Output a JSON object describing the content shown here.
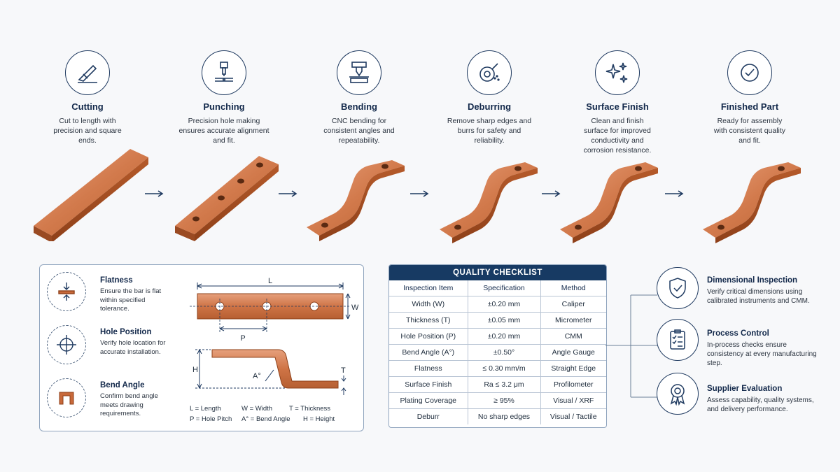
{
  "process": {
    "steps": [
      {
        "title": "Cutting",
        "desc": "Cut to length with precision and square ends.",
        "icon": "cutting-tool-icon"
      },
      {
        "title": "Punching",
        "desc": "Precision hole making ensures accurate alignment and fit.",
        "icon": "punch-press-icon"
      },
      {
        "title": "Bending",
        "desc": "CNC bending for consistent angles and repeatability.",
        "icon": "press-brake-icon"
      },
      {
        "title": "Deburring",
        "desc": "Remove sharp edges and burrs for safety and reliability.",
        "icon": "deburring-wheel-icon"
      },
      {
        "title": "Surface Finish",
        "desc": "Clean and finish surface for improved conductivity and corrosion resistance.",
        "icon": "sparkle-icon"
      },
      {
        "title": "Finished Part",
        "desc": "Ready for assembly with consistent quality and fit.",
        "icon": "check-circle-icon"
      }
    ],
    "colors": {
      "copper": "#c8693a",
      "navy": "#173a63"
    }
  },
  "criteria": [
    {
      "title": "Flatness",
      "desc": "Ensure the bar is flat within specified tolerance.",
      "icon": "flatness-icon"
    },
    {
      "title": "Hole Position",
      "desc": "Verify hole location for accurate installation.",
      "icon": "crosshair-icon"
    },
    {
      "title": "Bend Angle",
      "desc": "Confirm bend angle meets drawing requirements.",
      "icon": "bend-angle-icon"
    }
  ],
  "drawing": {
    "dim_L": "L",
    "dim_W": "W",
    "dim_P": "P",
    "dim_H": "H",
    "dim_T": "T",
    "dim_A": "A°",
    "legend_row1": [
      "L = Length",
      "W = Width",
      "T = Thickness"
    ],
    "legend_row2": [
      "P = Hole Pitch",
      "A° = Bend Angle",
      "H = Height"
    ]
  },
  "checklist": {
    "title": "QUALITY CHECKLIST",
    "columns": [
      "Inspection Item",
      "Specification",
      "Method"
    ],
    "rows": [
      [
        "Width (W)",
        "±0.20 mm",
        "Caliper"
      ],
      [
        "Thickness (T)",
        "±0.05 mm",
        "Micrometer"
      ],
      [
        "Hole Position (P)",
        "±0.20 mm",
        "CMM"
      ],
      [
        "Bend Angle (A°)",
        "±0.50°",
        "Angle Gauge"
      ],
      [
        "Flatness",
        "≤ 0.30 mm/m",
        "Straight Edge"
      ],
      [
        "Surface Finish",
        "Ra ≤ 3.2 μm",
        "Profilometer"
      ],
      [
        "Plating Coverage",
        "≥ 95%",
        "Visual / XRF"
      ],
      [
        "Deburr",
        "No sharp edges",
        "Visual / Tactile"
      ]
    ]
  },
  "assurance": [
    {
      "title": "Dimensional Inspection",
      "desc": "Verify critical dimensions using calibrated instruments and CMM.",
      "icon": "shield-check-icon"
    },
    {
      "title": "Process Control",
      "desc": "In-process checks ensure consistency at every manufacturing step.",
      "icon": "clipboard-checklist-icon"
    },
    {
      "title": "Supplier Evaluation",
      "desc": "Assess capability, quality systems, and delivery performance.",
      "icon": "award-ribbon-icon"
    }
  ]
}
